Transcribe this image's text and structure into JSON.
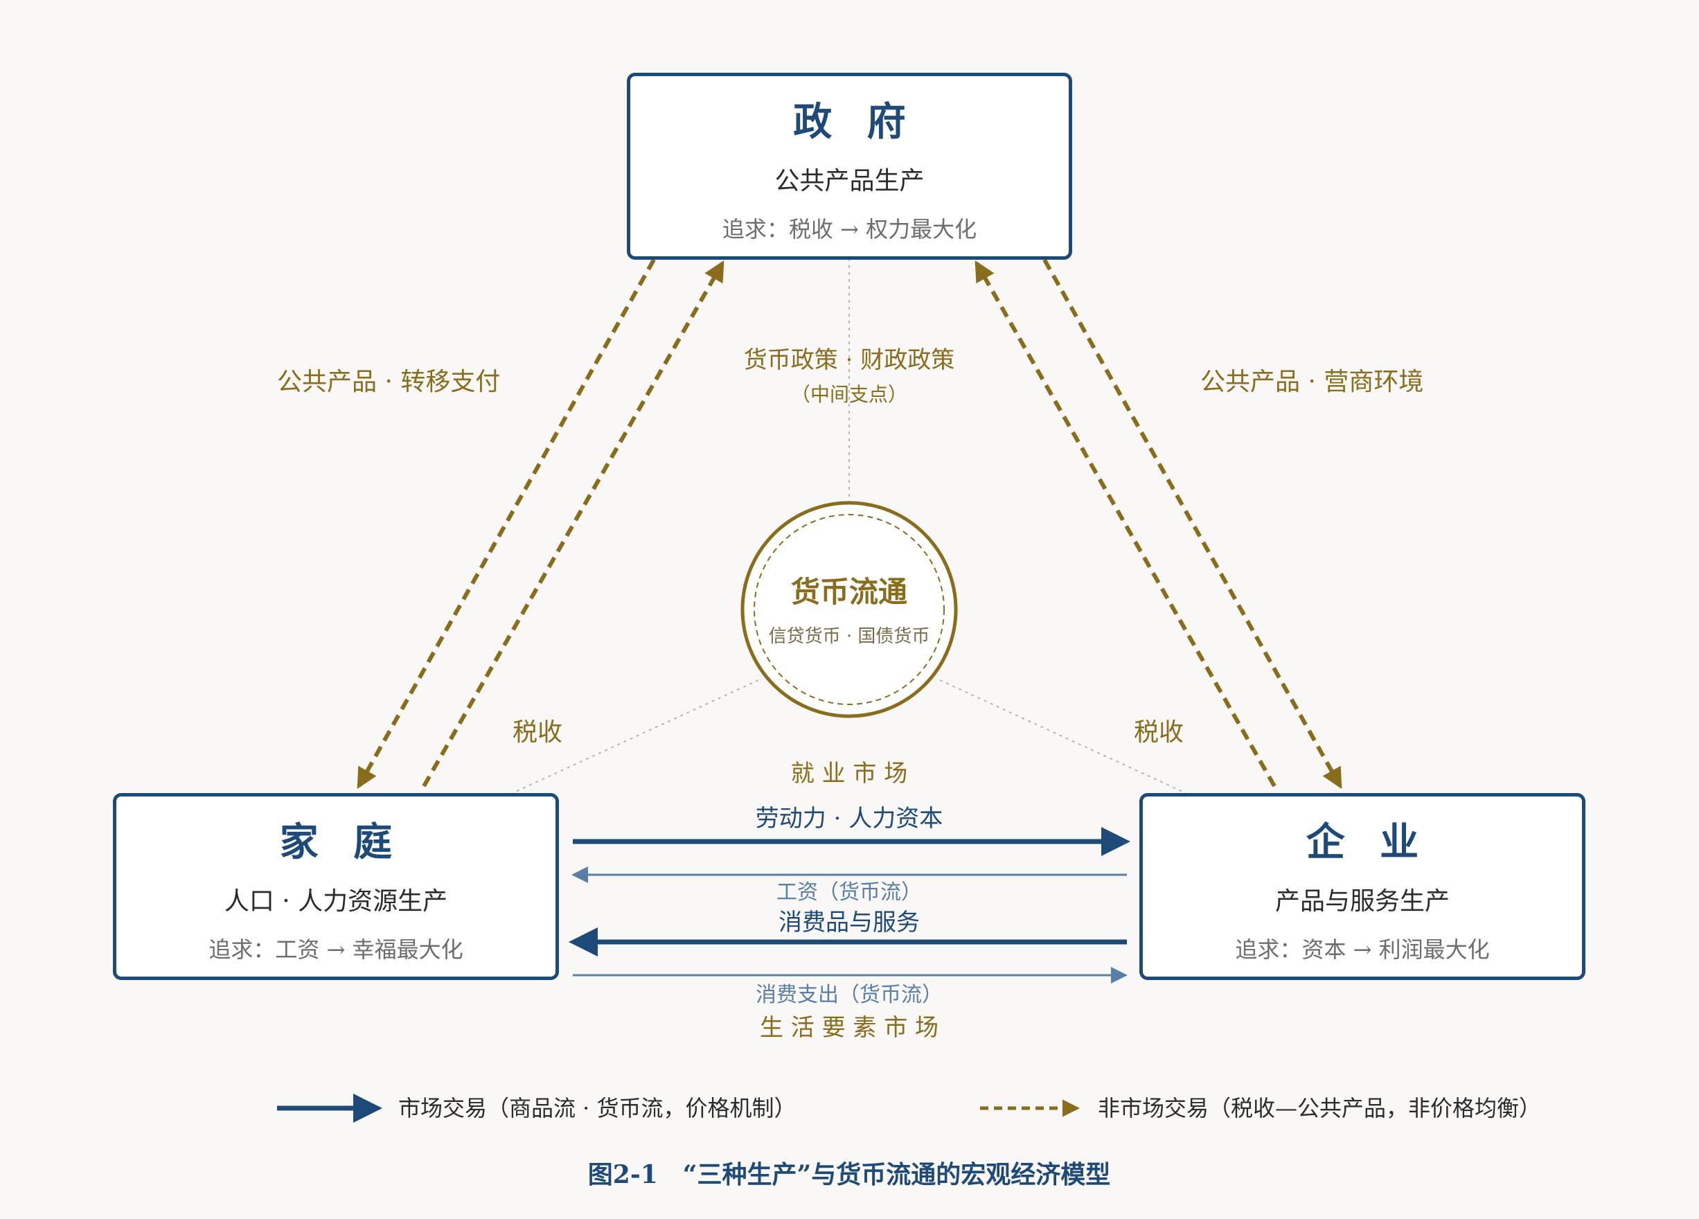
{
  "colors": {
    "navy": "#1e4a7a",
    "gold": "#8a6d1c",
    "light_blue": "#5a7fa6",
    "background": "#f9f8f6"
  },
  "nodes": {
    "government": {
      "name": "政府",
      "role": "公共产品生产",
      "goal": "追求：税收 → 权力最大化"
    },
    "household": {
      "name": "家庭",
      "role": "人口 · 人力资源生产",
      "goal": "追求：工资 → 幸福最大化"
    },
    "enterprise": {
      "name": "企业",
      "role": "产品与服务生产",
      "goal": "追求：资本 → 利润最大化"
    }
  },
  "center": {
    "title": "货币流通",
    "subtitle": "信贷货币 · 国债货币",
    "policy": "货币政策 · 财政政策",
    "pivot": "（中间支点）"
  },
  "flows": {
    "left_public": "公共产品 · 转移支付",
    "right_public": "公共产品 · 营商环境",
    "left_tax": "税收",
    "right_tax": "税收",
    "labor_market": "就 业 市 场",
    "labor": "劳动力 · 人力资本",
    "wages": "工资（货币流）",
    "goods": "消费品与服务",
    "spending": "消费支出（货币流）",
    "living_market": "生 活 要 素 市 场"
  },
  "legend": {
    "market": "市场交易（商品流 · 货币流，价格机制）",
    "non_market": "非市场交易（税收—公共产品，非价格均衡）"
  },
  "caption": "图2-1　“三种生产”与货币流通的宏观经济模型"
}
